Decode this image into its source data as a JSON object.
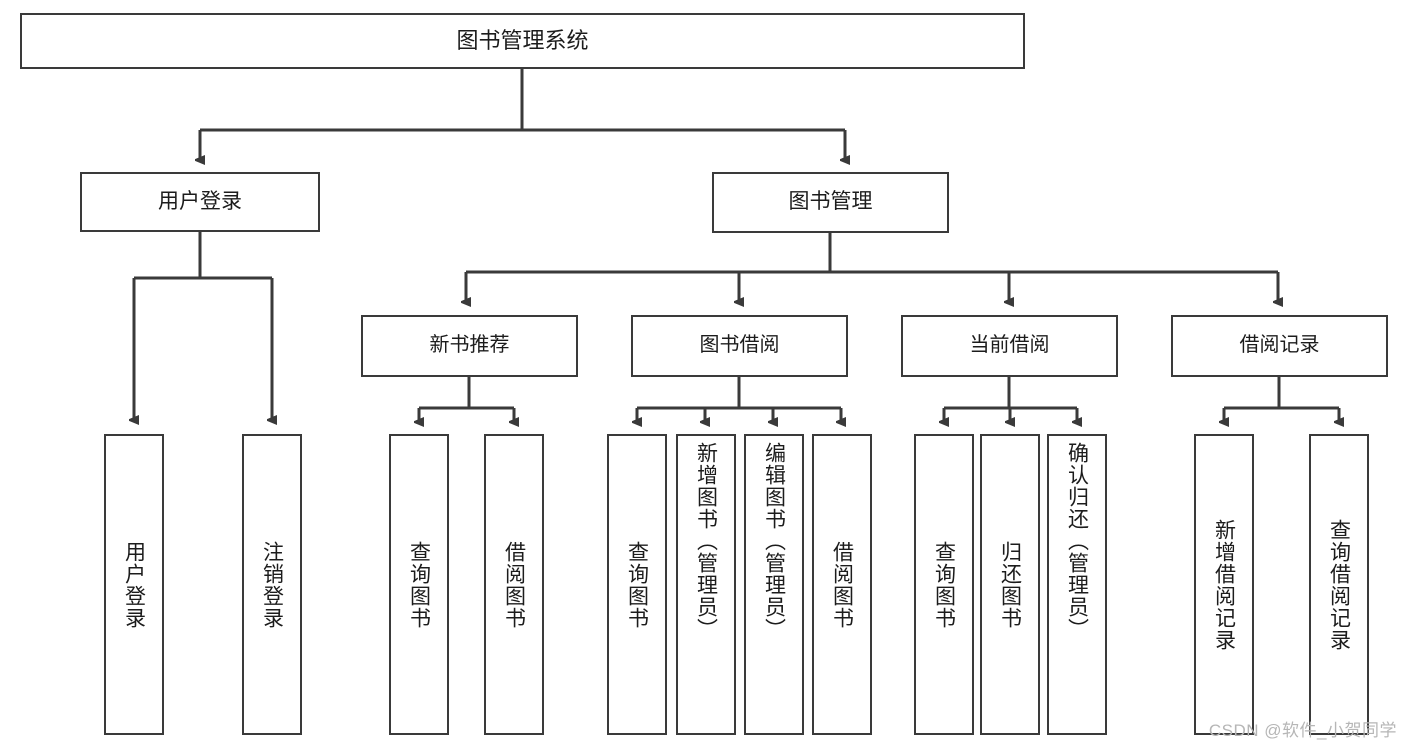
{
  "diagram": {
    "title": "图书管理系统",
    "type": "功能结构图",
    "watermark": "CSDN @软件_小贺同学",
    "style": {
      "border_color": "#3a3a3a",
      "fill_color": "#ffffff",
      "text_color": "#1c1c1c",
      "watermark_color": "#b6b6b6",
      "background": "#ffffff"
    },
    "root": {
      "id": "root",
      "label": "图书管理系统"
    },
    "level1": [
      {
        "id": "user-login",
        "label": "用户登录"
      },
      {
        "id": "book-manage",
        "label": "图书管理"
      }
    ],
    "level2": [
      {
        "id": "new-book-rec",
        "label": "新书推荐",
        "parent": "book-manage"
      },
      {
        "id": "book-borrow",
        "label": "图书借阅",
        "parent": "book-manage"
      },
      {
        "id": "current-borrow",
        "label": "当前借阅",
        "parent": "book-manage"
      },
      {
        "id": "borrow-record",
        "label": "借阅记录",
        "parent": "book-manage"
      }
    ],
    "leaves": [
      {
        "id": "leaf-user-login",
        "label": "用户登录",
        "parent": "user-login"
      },
      {
        "id": "leaf-logout",
        "label": "注销登录",
        "parent": "user-login"
      },
      {
        "id": "leaf-query-book-1",
        "label": "查询图书",
        "parent": "new-book-rec"
      },
      {
        "id": "leaf-borrow-book-1",
        "label": "借阅图书",
        "parent": "new-book-rec"
      },
      {
        "id": "leaf-query-book-2",
        "label": "查询图书",
        "parent": "book-borrow"
      },
      {
        "id": "leaf-add-book",
        "label": "新增图书（管理员）",
        "parent": "book-borrow"
      },
      {
        "id": "leaf-edit-book",
        "label": "编辑图书（管理员）",
        "parent": "book-borrow"
      },
      {
        "id": "leaf-borrow-book-2",
        "label": "借阅图书",
        "parent": "book-borrow"
      },
      {
        "id": "leaf-query-book-3",
        "label": "查询图书",
        "parent": "current-borrow"
      },
      {
        "id": "leaf-return-book",
        "label": "归还图书",
        "parent": "current-borrow"
      },
      {
        "id": "leaf-confirm-return",
        "label": "确认归还（管理员）",
        "parent": "current-borrow"
      },
      {
        "id": "leaf-add-record",
        "label": "新增借阅记录",
        "parent": "borrow-record"
      },
      {
        "id": "leaf-query-record",
        "label": "查询借阅记录",
        "parent": "borrow-record"
      }
    ]
  }
}
